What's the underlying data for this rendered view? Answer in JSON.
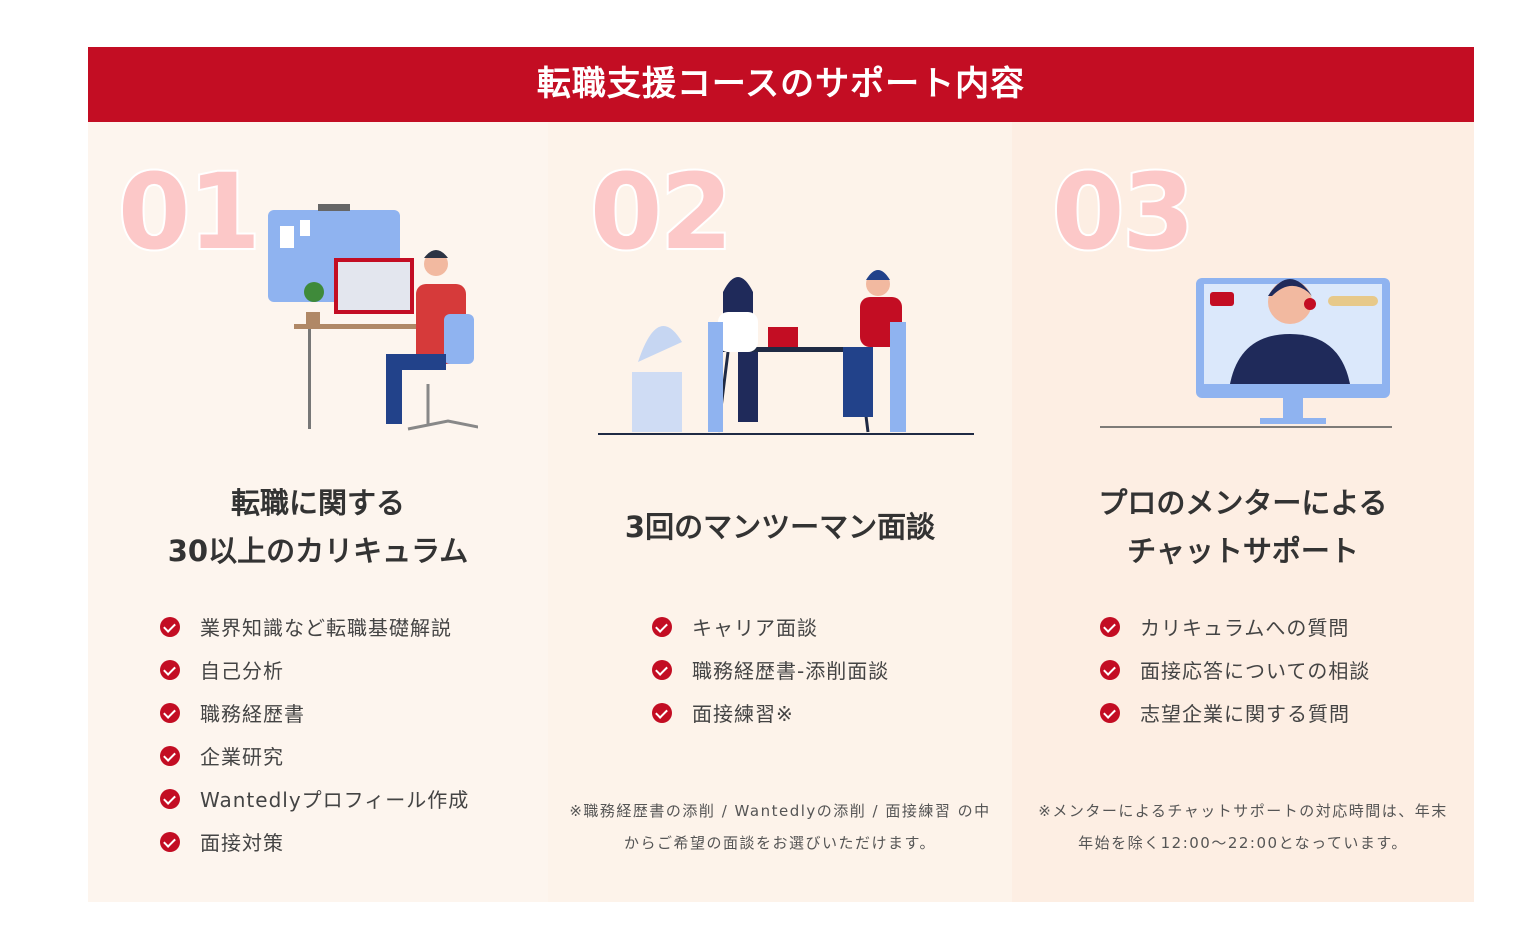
{
  "header": {
    "title": "転職支援コースのサポート内容"
  },
  "columns": [
    {
      "number": "01",
      "title": "転職に関する\n30以上のカリキュラム",
      "items": [
        "業界知識など転職基礎解説",
        "自己分析",
        "職務経歴書",
        "企業研究",
        "Wantedlyプロフィール作成",
        "面接対策"
      ]
    },
    {
      "number": "02",
      "title": "3回のマンツーマン面談",
      "items": [
        "キャリア面談",
        "職務経歴書-添削面談",
        "面接練習※"
      ],
      "note": "※職務経歴書の添削 / Wantedlyの添削 / 面接練習 の中からご希望の面談をお選びいただけます。"
    },
    {
      "number": "03",
      "title": "プロのメンターによる\nチャットサポート",
      "items": [
        "カリキュラムへの質問",
        "面接応答についての相談",
        "志望企業に関する質問"
      ],
      "note": "※メンターによるチャットサポートの対応時間は、年末年始を除く12:00〜22:00となっています。"
    }
  ],
  "colors": {
    "accent": "#c30d23"
  }
}
